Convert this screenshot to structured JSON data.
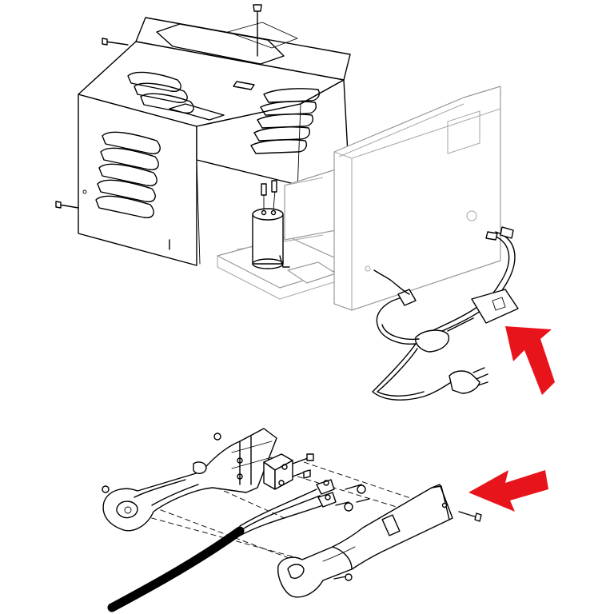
{
  "diagram": {
    "kind": "exploded-parts-illustration",
    "colors": {
      "line": "#000000",
      "ghost_line": "#999999",
      "background": "#ffffff",
      "callout_arrow": "#e8141c"
    },
    "parts": [
      "charger-cabinet-housing",
      "louvered-side-panel",
      "transformer-capacitor",
      "charger-front-panel",
      "dc-output-cord",
      "ac-power-plug",
      "charger-handle-halves",
      "connector-terminals",
      "mounting-screws"
    ],
    "callouts": [
      {
        "id": "arrow-cord-plug",
        "icon": "red-arrow",
        "direction": "up-left"
      },
      {
        "id": "arrow-handle",
        "icon": "red-arrow",
        "direction": "left"
      }
    ]
  }
}
